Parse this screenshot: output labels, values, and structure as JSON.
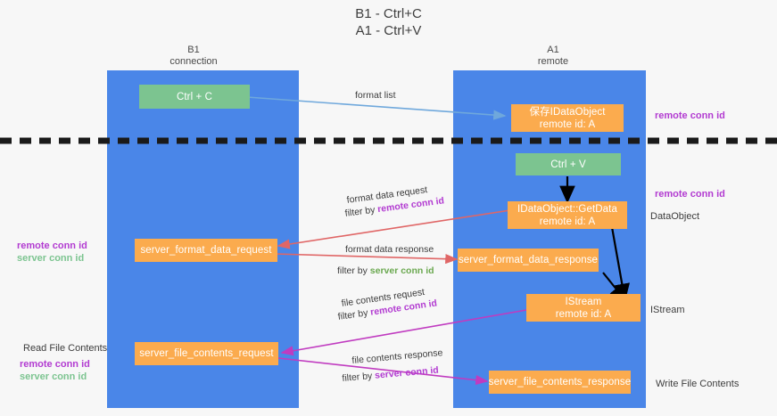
{
  "title": {
    "line1": "B1 - Ctrl+C",
    "line2": "A1 - Ctrl+V"
  },
  "columns": [
    {
      "name": "B1",
      "sub": "connection"
    },
    {
      "name": "A1",
      "sub": "remote"
    }
  ],
  "colors": {
    "lane": "#4a86e8",
    "box_green": "#7cc490",
    "box_orange": "#fbab4e",
    "purple": "#b23bd1",
    "green_text": "#7cc490",
    "green_text_dark": "#6aa84f",
    "arrow_blue": "#6fa8dc",
    "arrow_red": "#e06666",
    "arrow_magenta": "#c03bc0",
    "arrow_black": "#000000",
    "background": "#f7f7f7"
  },
  "nodes": {
    "ctrl_c": "Ctrl + C",
    "ctrl_v": "Ctrl + V",
    "save_idataobject_l1": "保存IDataObject",
    "save_idataobject_l2": "remote id: A",
    "getdata_l1": "IDataObject::GetData",
    "getdata_l2": "remote id: A",
    "istream_l1": "IStream",
    "istream_l2": "remote id: A",
    "server_format_data_request": "server_format_data_request",
    "server_format_data_response": "server_format_data_response",
    "server_file_contents_request": "server_file_contents_request",
    "server_file_contents_response": "server_file_contents_response"
  },
  "edge_labels": {
    "format_list": "format list",
    "format_data_request": "format data request",
    "format_data_request_filter_prefix": "filter by ",
    "format_data_request_filter_value": "remote conn id",
    "format_data_response": "format data response",
    "format_data_response_filter_prefix": "filter by ",
    "format_data_response_filter_value": "server conn id",
    "file_contents_request": "file contents request",
    "file_contents_request_filter_prefix": "filter by ",
    "file_contents_request_filter_value": "remote conn id",
    "file_contents_response": "file contents response",
    "file_contents_response_filter_prefix": "filter by ",
    "file_contents_response_filter_value": "server conn id"
  },
  "annotations": {
    "right_remote_conn_id_top": "remote conn id",
    "right_remote_conn_id_mid": "remote conn id",
    "right_dataobject": "DataObject",
    "right_istream": "IStream",
    "right_write_file_contents": "Write File Contents",
    "left_remote_conn_id_mid": "remote conn id",
    "left_server_conn_id_mid": "server conn id",
    "left_read_file_contents": "Read File Contents",
    "left_remote_conn_id_bottom": "remote conn id",
    "left_server_conn_id_bottom": "server conn id"
  }
}
